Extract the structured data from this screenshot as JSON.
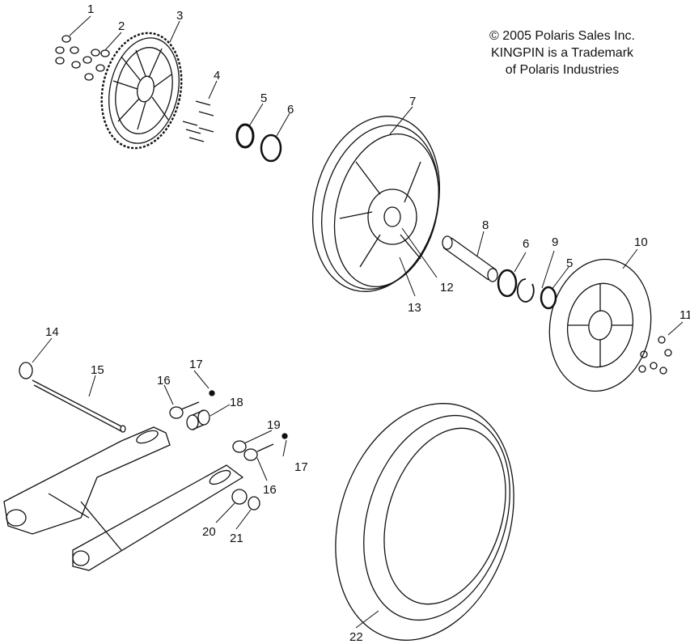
{
  "notice": {
    "line1": "© 2005 Polaris Sales Inc.",
    "line2": "KINGPIN is a Trademark",
    "line3": "of Polaris Industries"
  },
  "callouts": {
    "c1": "1",
    "c2": "2",
    "c3": "3",
    "c4": "4",
    "c5a": "5",
    "c6a": "6",
    "c7": "7",
    "c8": "8",
    "c6b": "6",
    "c9": "9",
    "c10": "10",
    "c5b": "5",
    "c11": "11",
    "c12": "12",
    "c13": "13",
    "c14": "14",
    "c15": "15",
    "c16a": "16",
    "c17a": "17",
    "c18": "18",
    "c19": "19",
    "c17b": "17",
    "c16b": "16",
    "c20": "20",
    "c21": "21",
    "c22": "22"
  }
}
